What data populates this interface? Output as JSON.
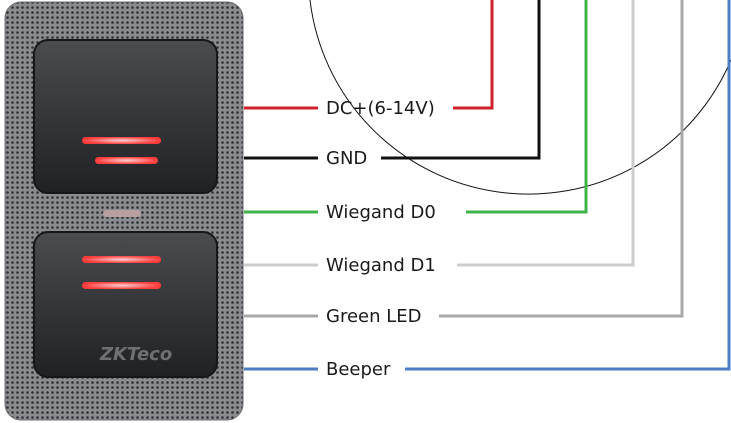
{
  "device": {
    "brand_logo_text": "ZKTeco",
    "indicator_color": "#ff4a4a"
  },
  "wires": [
    {
      "id": "dc",
      "label": "DC+(6-14V)",
      "color": "#d0202a"
    },
    {
      "id": "gnd",
      "label": "GND",
      "color": "#111111"
    },
    {
      "id": "d0",
      "label": "Wiegand D0",
      "color": "#3fb548"
    },
    {
      "id": "d1",
      "label": "Wiegand D1",
      "color": "#cccccc"
    },
    {
      "id": "led",
      "label": "Green LED",
      "color": "#a8a8a8"
    },
    {
      "id": "beep",
      "label": "Beeper",
      "color": "#4d7dc2"
    }
  ]
}
